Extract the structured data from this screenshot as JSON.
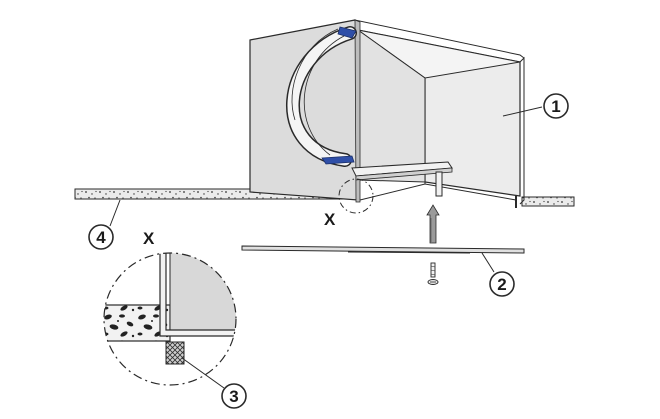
{
  "callouts": {
    "c1": "1",
    "c2": "2",
    "c3": "3",
    "c4": "4"
  },
  "detail": {
    "marker": "X",
    "title": "X"
  },
  "colors": {
    "line": "#2a2a2a",
    "panel": "#d9d9d9",
    "panel_light": "#e8e8e8",
    "seal_blue": "#2f4fa8",
    "insulation": "#e4e4e4"
  }
}
